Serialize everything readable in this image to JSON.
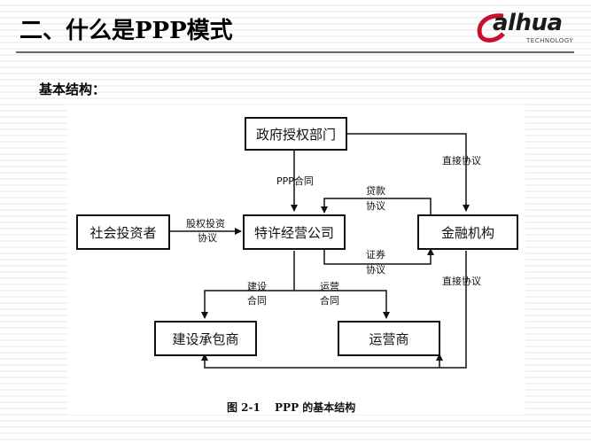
{
  "header": {
    "title": "二、什么是PPP模式",
    "logo_text": "alhua",
    "logo_subtext": "TECHNOLOGY"
  },
  "section": {
    "label": "基本结构："
  },
  "diagram": {
    "nodes": {
      "gov": "政府授权部门",
      "investor": "社会投资者",
      "spv": "特许经营公司",
      "finance": "金融机构",
      "contractor": "建设承包商",
      "operator": "运营商"
    },
    "edges": {
      "ppp_contract": "PPP合同",
      "equity_line1": "股权投资",
      "equity_line2": "协议",
      "loan_line1": "贷款",
      "loan_line2": "协议",
      "securities_line1": "证券",
      "securities_line2": "协议",
      "direct_top": "直接协议",
      "direct_bottom": "直接协议",
      "build_line1": "建设",
      "build_line2": "合同",
      "operate_line1": "运营",
      "operate_line2": "合同"
    },
    "caption": "图 2-1　 PPP 的基本结构"
  }
}
